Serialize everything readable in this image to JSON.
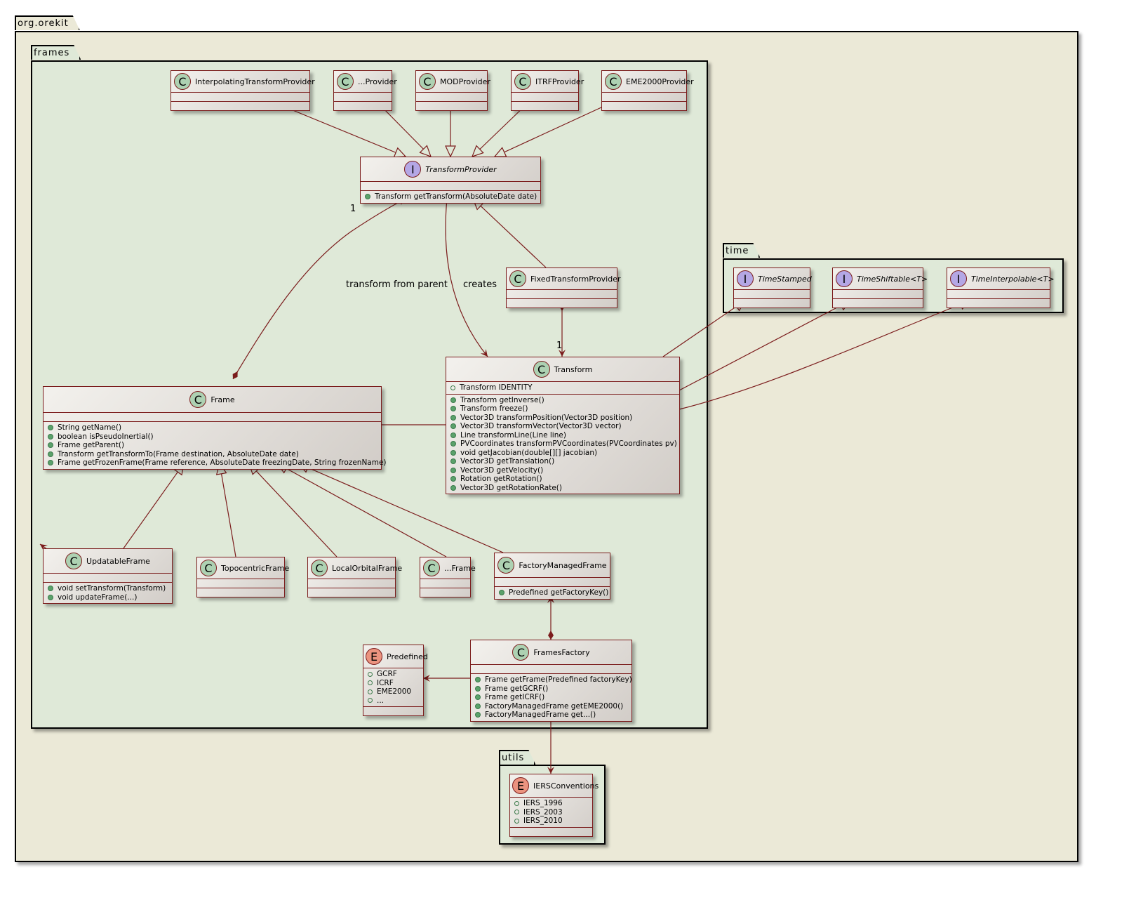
{
  "packages": {
    "root": "org.orekit",
    "frames": "frames",
    "time": "time",
    "utils": "utils"
  },
  "classes": {
    "interpolating": {
      "stereotype": "C",
      "name": "InterpolatingTransformProvider"
    },
    "etcProvider": {
      "stereotype": "C",
      "name": "...Provider"
    },
    "mod": {
      "stereotype": "C",
      "name": "MODProvider"
    },
    "itrf": {
      "stereotype": "C",
      "name": "ITRFProvider"
    },
    "eme2000": {
      "stereotype": "C",
      "name": "EME2000Provider"
    },
    "transformProvider": {
      "stereotype": "I",
      "name": "TransformProvider",
      "methods": [
        "Transform getTransform(AbsoluteDate date)"
      ]
    },
    "fixedTransformProvider": {
      "stereotype": "C",
      "name": "FixedTransformProvider"
    },
    "transform": {
      "stereotype": "C",
      "name": "Transform",
      "fields": [
        "Transform IDENTITY"
      ],
      "methods": [
        "Transform getInverse()",
        "Transform freeze()",
        "Vector3D transformPosition(Vector3D position)",
        "Vector3D transformVector(Vector3D vector)",
        "Line transformLine(Line line)",
        "PVCoordinates transformPVCoordinates(PVCoordinates pv)",
        "void getJacobian(double[][] jacobian)",
        "Vector3D getTranslation()",
        "Vector3D getVelocity()",
        "Rotation getRotation()",
        "Vector3D getRotationRate()"
      ]
    },
    "frame": {
      "stereotype": "C",
      "name": "Frame",
      "methods": [
        "String getName()",
        "boolean isPseudoInertial()",
        "Frame getParent()",
        "Transform getTransformTo(Frame destination, AbsoluteDate date)",
        "Frame getFrozenFrame(Frame reference, AbsoluteDate freezingDate, String frozenName)"
      ]
    },
    "updatableFrame": {
      "stereotype": "C",
      "name": "UpdatableFrame",
      "methods": [
        "void setTransform(Transform)",
        "void updateFrame(...)"
      ]
    },
    "topocentricFrame": {
      "stereotype": "C",
      "name": "TopocentricFrame"
    },
    "localOrbitalFrame": {
      "stereotype": "C",
      "name": "LocalOrbitalFrame"
    },
    "etcFrame": {
      "stereotype": "C",
      "name": "...Frame"
    },
    "factoryManagedFrame": {
      "stereotype": "C",
      "name": "FactoryManagedFrame",
      "methods": [
        "Predefined getFactoryKey()"
      ]
    },
    "predefined": {
      "stereotype": "E",
      "name": "Predefined",
      "fields": [
        "GCRF",
        "ICRF",
        "EME2000",
        "..."
      ]
    },
    "framesFactory": {
      "stereotype": "C",
      "name": "FramesFactory",
      "methods": [
        "Frame getFrame(Predefined factoryKey)",
        "Frame getGCRF()",
        "Frame getICRF()",
        "FactoryManagedFrame getEME2000()",
        "FactoryManagedFrame get...()"
      ]
    },
    "timeStamped": {
      "stereotype": "I",
      "name": "TimeStamped"
    },
    "timeShiftable": {
      "stereotype": "I",
      "name": "TimeShiftable<T>"
    },
    "timeInterpolable": {
      "stereotype": "I",
      "name": "TimeInterpolable<T>"
    },
    "iersConventions": {
      "stereotype": "E",
      "name": "IERSConventions",
      "fields": [
        "IERS_1996",
        "IERS_2003",
        "IERS_2010"
      ]
    }
  },
  "edge_labels": {
    "transformFromParent": "transform from parent",
    "creates": "creates",
    "multiplicity_parent": "1",
    "multiplicity_fixed": "1"
  },
  "colors": {
    "outer_package": "#ebe9d7",
    "inner_package": "#dfe9d8",
    "border": "#7b1c1c",
    "class_badge": "#add1b2",
    "interface_badge": "#b4a7e5",
    "enum_badge": "#eb937f"
  }
}
